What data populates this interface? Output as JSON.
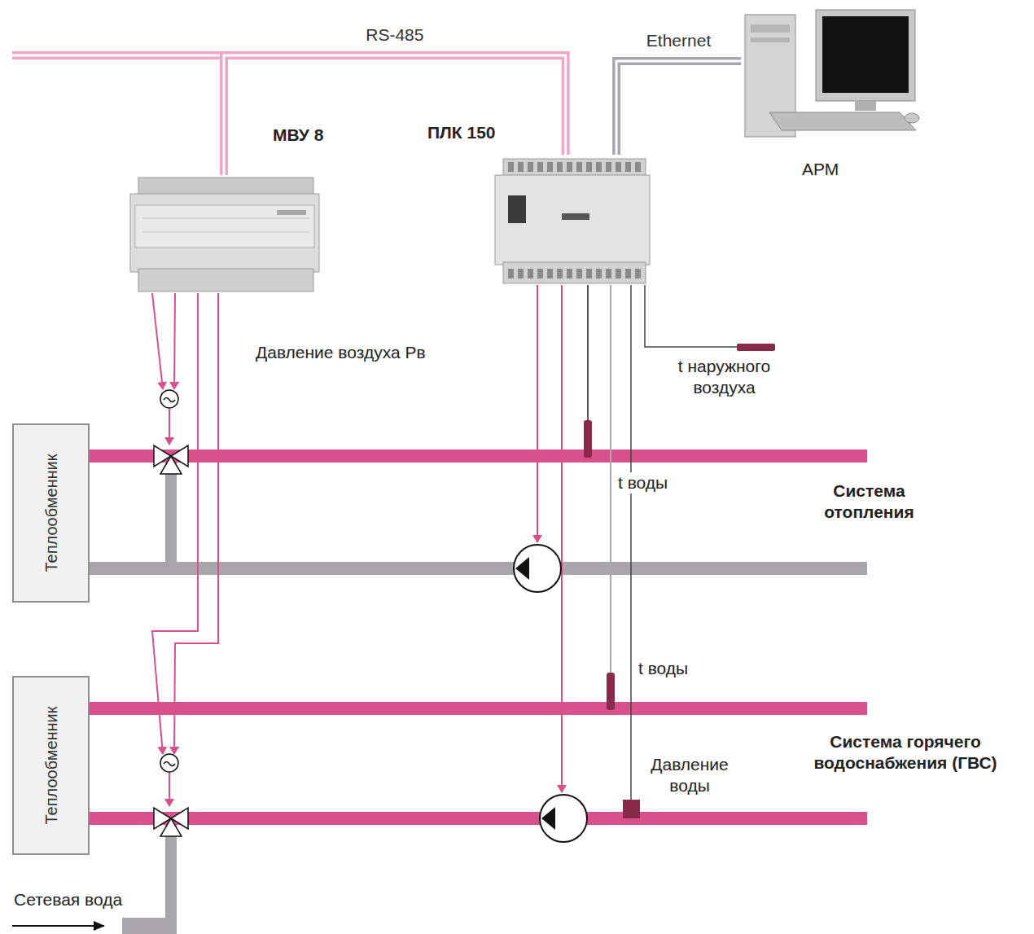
{
  "diagram": {
    "nodes": [
      {
        "text": [
          "МВУ 8"
        ]
      },
      {
        "text": [
          "ПЛК 150"
        ]
      },
      {
        "text": [
          "АРМ"
        ]
      },
      {
        "text": [
          "Теплообменник"
        ]
      },
      {
        "text": [
          "Теплообменник"
        ]
      }
    ],
    "edges": [
      {
        "from": 0,
        "to": 1,
        "arrow": "none",
        "label": "RS-485"
      },
      {
        "from": 1,
        "to": 2,
        "arrow": "none",
        "label": "Ethernet"
      }
    ],
    "labels": [
      "Давление воздуха Pв",
      "t наружного воздуха",
      "t воды",
      "Система отопления",
      "t воды",
      "Система горячего водоснабжения (ГВС)",
      "Давление воды",
      "Сетевая вода"
    ]
  }
}
